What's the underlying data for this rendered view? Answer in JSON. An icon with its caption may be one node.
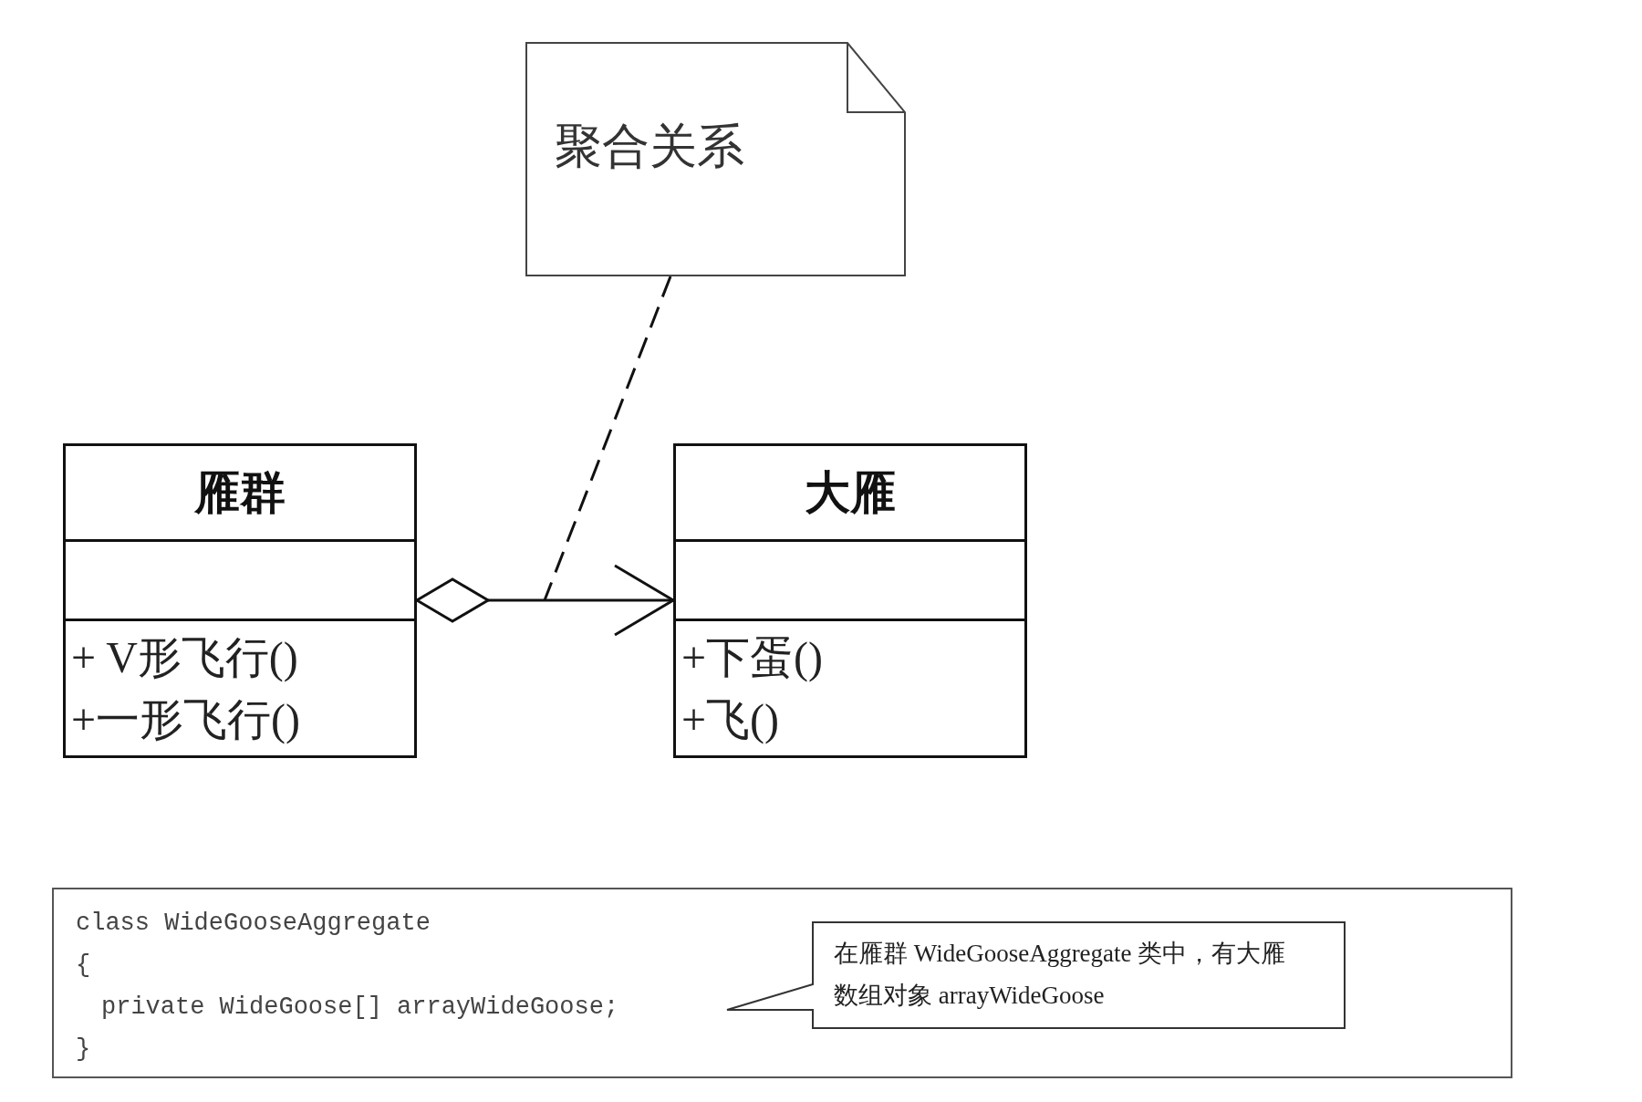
{
  "diagram": {
    "nodes": [
      {
        "text": [
          "聚合关系"
        ]
      },
      {
        "text": [
          "雁群",
          "+ V形飞行()",
          "+一形飞行()"
        ]
      },
      {
        "text": [
          "大雁",
          "+下蛋()",
          "+飞()"
        ]
      },
      {
        "text": [
          "class WideGooseAggregate",
          "{",
          "private WideGoose[] arrayWideGoose;",
          "}"
        ]
      },
      {
        "text": [
          "在雁群 WideGooseAggregate 类中，有大雁数组对象 arrayWideGoose"
        ],
        "in": 3
      }
    ],
    "edges": [
      {
        "from": 1,
        "to": 2,
        "arrow": "to"
      },
      {
        "from": 0,
        "to": null,
        "arrow": "none",
        "style": "dashed"
      }
    ]
  }
}
